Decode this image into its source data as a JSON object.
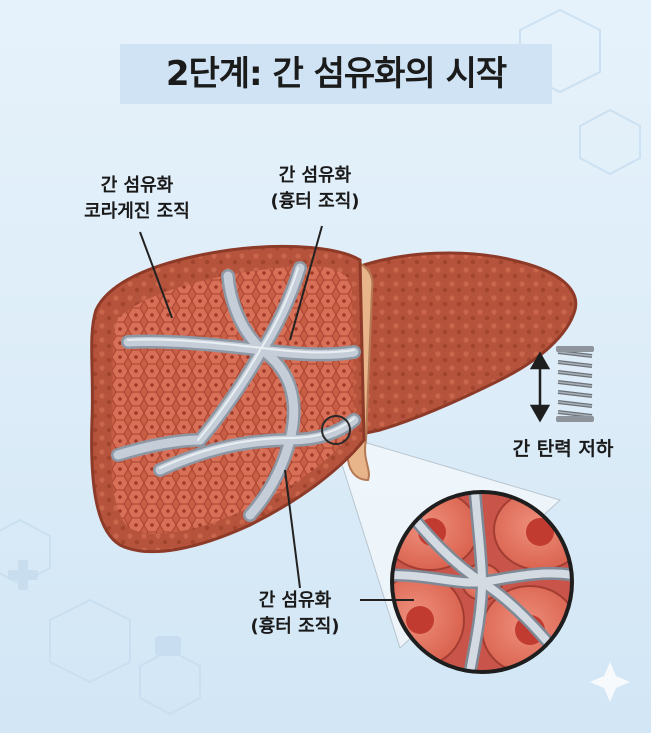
{
  "title": "2단계: 간 섬유화의 시작",
  "labels": {
    "collagen": [
      "간 섬유화",
      "코라게진 조직"
    ],
    "fibrosis_top": [
      "간 섬유화",
      "(흉터 조직)"
    ],
    "fibrosis_bottom": [
      "간 섬유화",
      "(흉터 조직)"
    ],
    "elasticity": "간 탄력 저하"
  },
  "colors": {
    "background": "#dcecf8",
    "title_band": "#cfe3f4",
    "liver": "#b5533c",
    "liver_light": "#c9624a",
    "fibrosis_band": "#b9c3ce",
    "cell": "#e07c6a",
    "nucleus": "#c8453a"
  },
  "icons": [
    "spring-icon",
    "double-arrow-icon"
  ]
}
